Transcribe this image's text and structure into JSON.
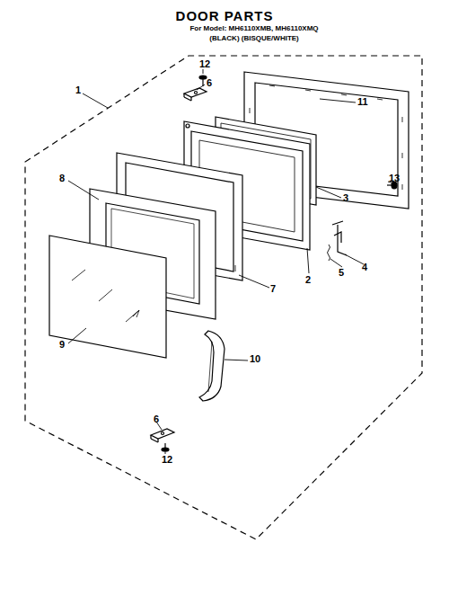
{
  "diagram": {
    "title": "DOOR PARTS",
    "labels": [
      "For Model: MH6110XMB, MH6110XMQ",
      "(BLACK)  (BISQUE/WHITE)",
      "1",
      "12",
      "6",
      "11",
      "13",
      "8",
      "3",
      "7",
      "2",
      "5",
      "4",
      "9",
      "10",
      "6",
      "12"
    ]
  }
}
